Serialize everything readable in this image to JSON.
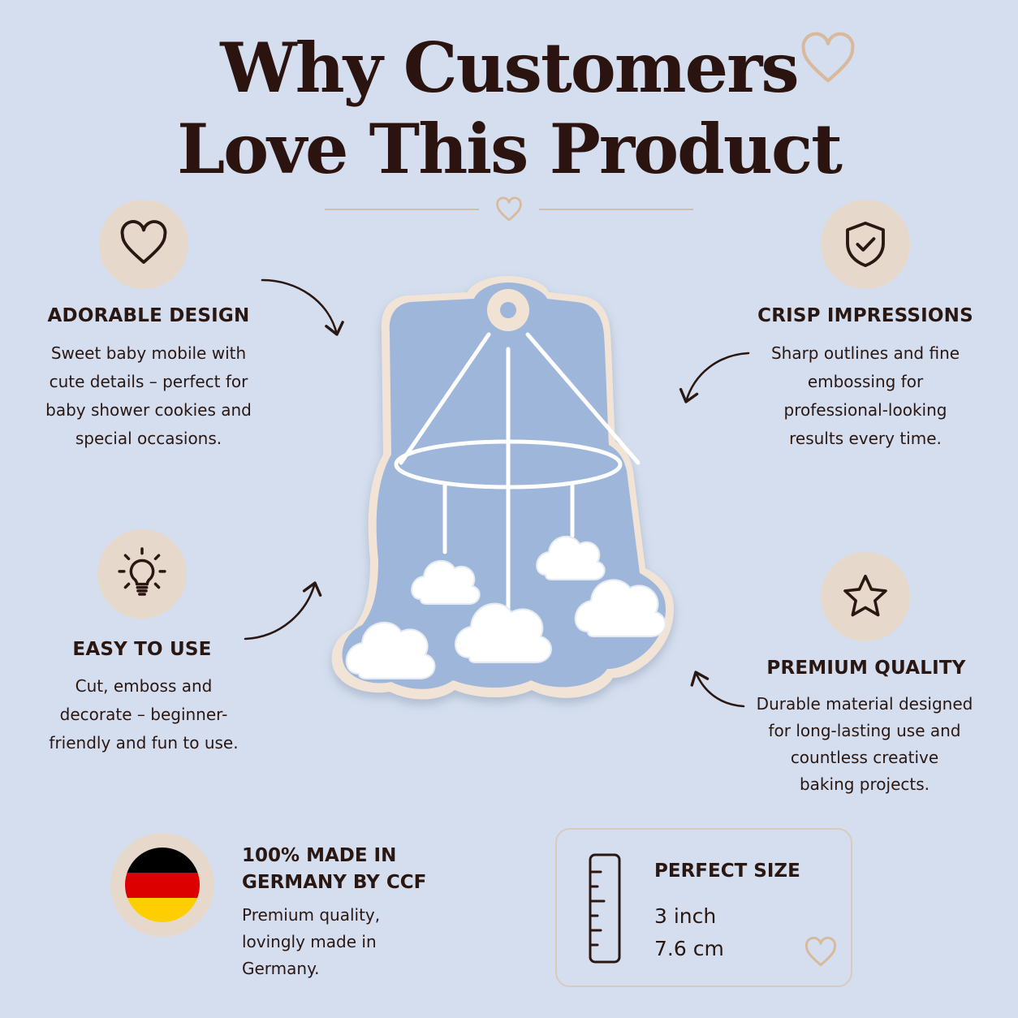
{
  "title": {
    "line1": "Why Customers",
    "line2": "Love This Product"
  },
  "features": [
    {
      "title": "ADORABLE DESIGN",
      "icon": "heart-icon",
      "lines": [
        "Sweet baby mobile with",
        "cute details – perfect for",
        "baby shower cookies and",
        "special occasions."
      ]
    },
    {
      "title": "CRISP IMPRESSIONS",
      "icon": "shield-check-icon",
      "lines": [
        "Sharp outlines and fine",
        "embossing for",
        "professional-looking",
        "results every time."
      ]
    },
    {
      "title": "EASY TO USE",
      "icon": "lightbulb-icon",
      "lines": [
        "Cut, emboss and",
        "decorate – beginner-",
        "friendly and fun to use."
      ]
    },
    {
      "title": "PREMIUM QUALITY",
      "icon": "star-icon",
      "lines": [
        "Durable material designed",
        "for long-lasting use and",
        "countless creative",
        "baking projects."
      ]
    }
  ],
  "made_in": {
    "title_lines": [
      "100% MADE IN",
      "GERMANY BY CCF"
    ],
    "desc_lines": [
      "Premium quality,",
      "lovingly made in",
      "Germany."
    ],
    "icon": "germany-flag-icon",
    "flag_colors": [
      "#000000",
      "#dd0000",
      "#ffce00"
    ]
  },
  "size": {
    "title": "PERFECT SIZE",
    "inch": "3 inch",
    "cm": "7.6 cm",
    "icon": "ruler-icon"
  },
  "colors": {
    "background": "#d4deee",
    "accent": "#d9b99b",
    "icon_circle": "#e6d9cc",
    "text": "#2a1712",
    "cookie_blue": "#9db6d9"
  }
}
